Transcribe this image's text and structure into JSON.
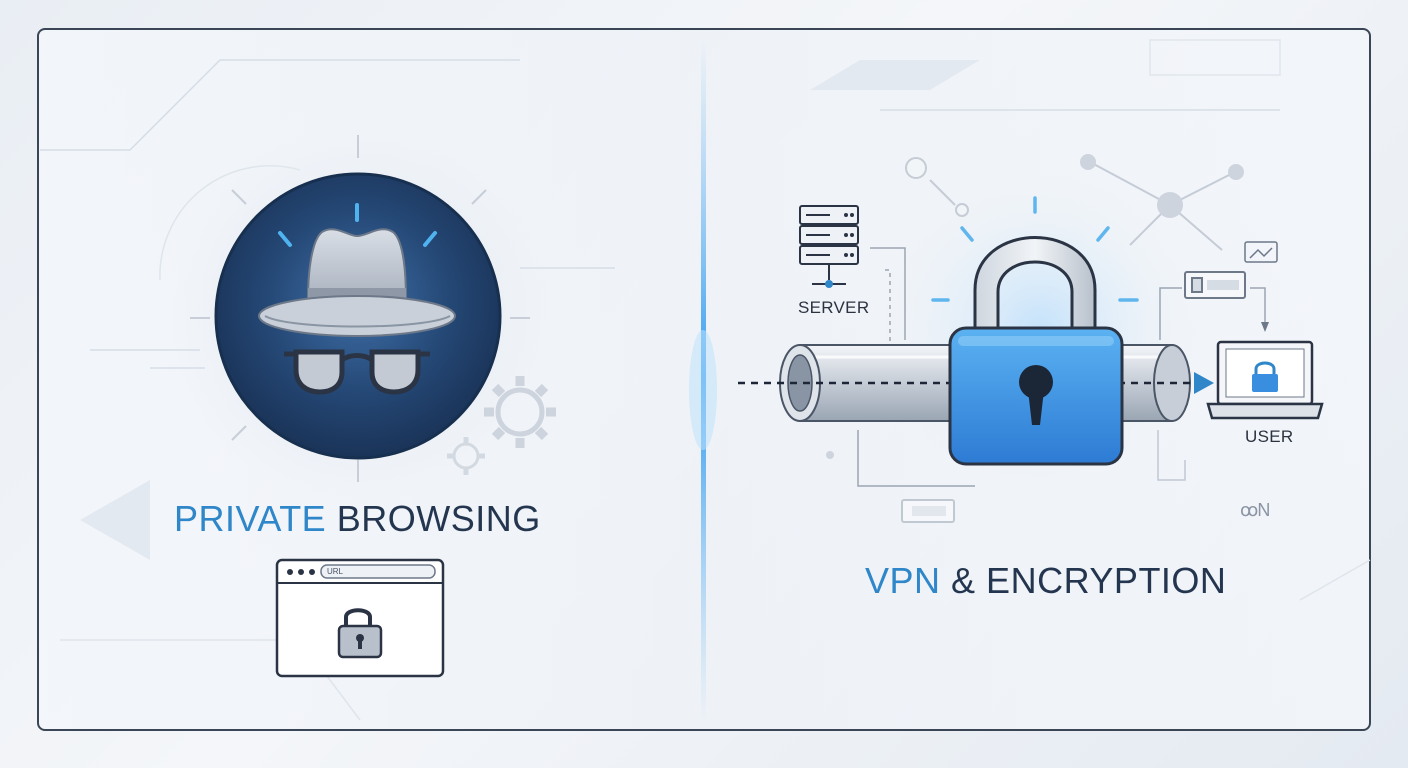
{
  "left_panel": {
    "title_accent": "PRIVATE",
    "title_rest": "BROWSING",
    "browser_url": "URL"
  },
  "right_panel": {
    "title_accent": "VPN",
    "title_rest": "& ENCRYPTION",
    "server_label": "SERVER",
    "user_label": "USER",
    "small_glyph": "ꝏN"
  },
  "colors": {
    "accent_blue": "#2f86c9",
    "navy": "#24364f",
    "lock_blue": "#3a8ee0",
    "badge_dark": "#1f3a63"
  },
  "icons": [
    "incognito-hat-icon",
    "glasses-icon",
    "gear-icon",
    "server-icon",
    "padlock-icon",
    "laptop-icon",
    "browser-window-icon"
  ]
}
